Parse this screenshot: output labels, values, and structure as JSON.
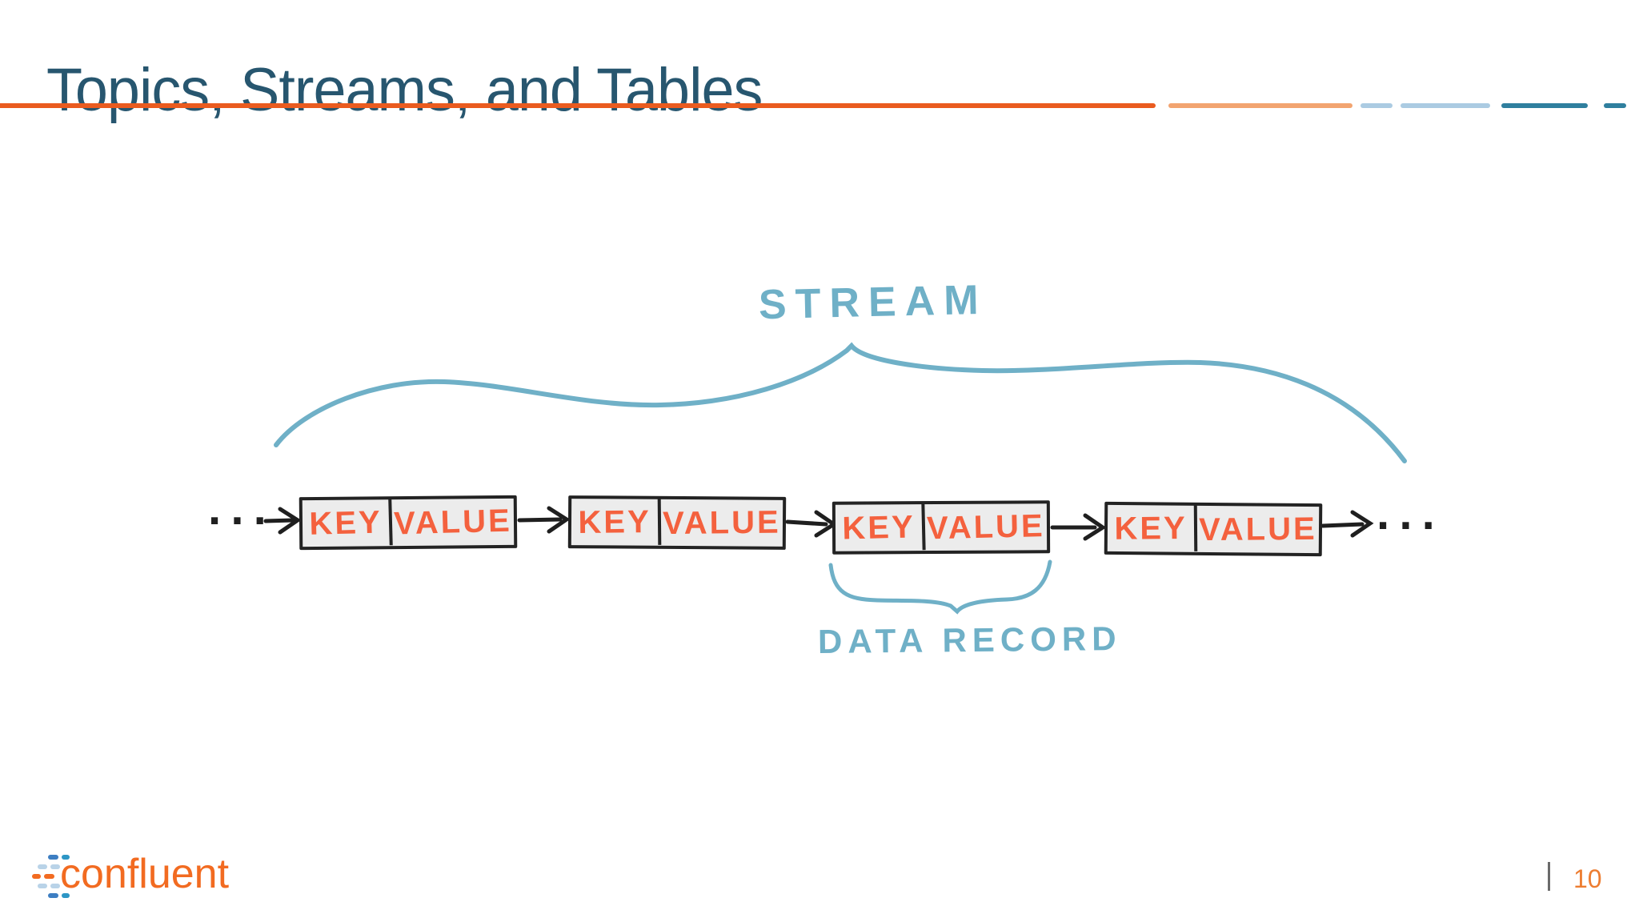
{
  "header": {
    "title": "Topics, Streams, and Tables"
  },
  "diagram": {
    "stream_label": "STREAM",
    "data_record_label": "DATA RECORD",
    "ellipsis": "···",
    "records": [
      {
        "key": "KEY",
        "value": "VALUE"
      },
      {
        "key": "KEY",
        "value": "VALUE"
      },
      {
        "key": "KEY",
        "value": "VALUE"
      },
      {
        "key": "KEY",
        "value": "VALUE"
      }
    ]
  },
  "footer": {
    "logo_text": "confluent",
    "page_number": "10"
  },
  "colors": {
    "title_text": "#27566f",
    "rule_orange": "#ea5b1f",
    "rule_light_orange": "#f2a470",
    "rule_pale_blue": "#abcbe2",
    "rule_teal": "#2f7f9e",
    "annotation_blue": "#6fb0c7",
    "record_text_orange": "#f4613e",
    "record_box_fill": "#ececec",
    "record_box_border": "#232323",
    "logo_orange": "#f26b21",
    "page_number_orange": "#ed7d31"
  }
}
